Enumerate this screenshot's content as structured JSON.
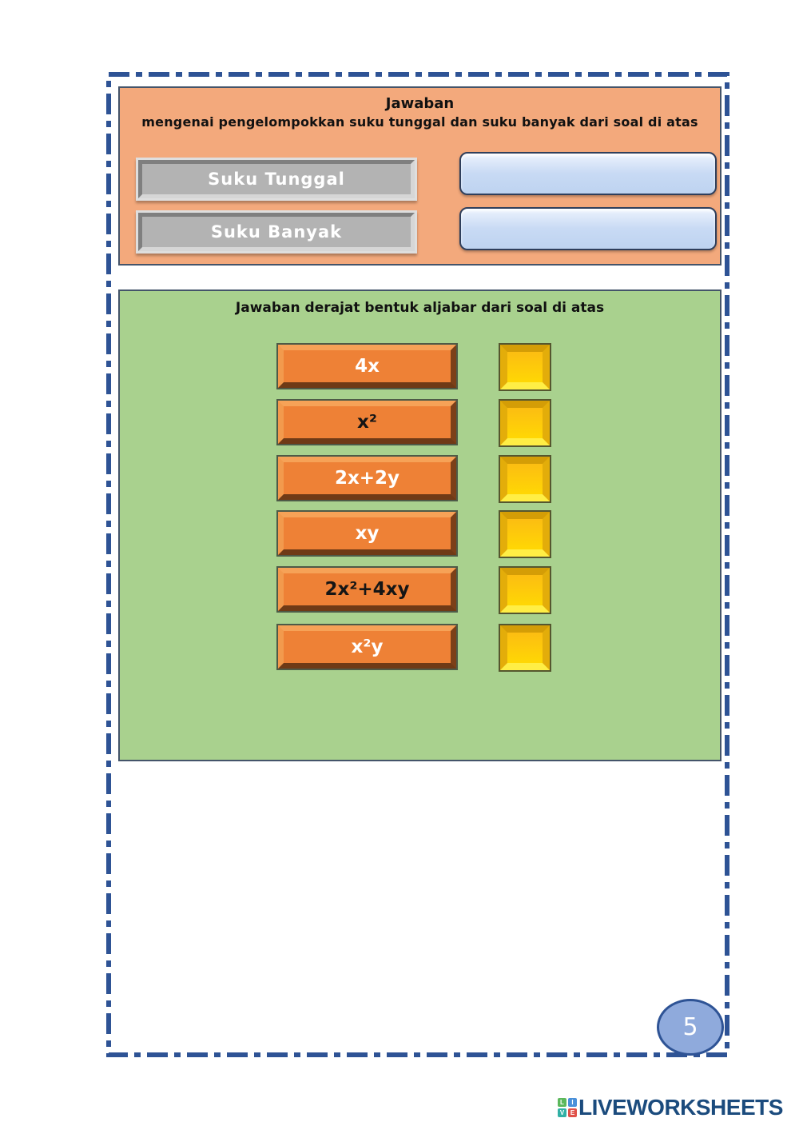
{
  "page": {
    "number": "5"
  },
  "header_panel": {
    "title": "Jawaban",
    "subtitle": "mengenai pengelompokkan suku tunggal dan suku banyak dari soal di atas",
    "buttons": [
      {
        "label": "Suku Tunggal"
      },
      {
        "label": "Suku Banyak"
      }
    ],
    "inputs": [
      {
        "value": "",
        "placeholder": ""
      },
      {
        "value": "",
        "placeholder": ""
      }
    ]
  },
  "answers_panel": {
    "title": "Jawaban derajat bentuk aljabar dari soal di atas",
    "items": [
      {
        "label": "4x",
        "label_color": "#ffffff"
      },
      {
        "label": "x²",
        "label_color": "#151515"
      },
      {
        "label": "2x+2y",
        "label_color": "#ffffff"
      },
      {
        "label": "xy",
        "label_color": "#ffffff"
      },
      {
        "label": "2x²+4xy",
        "label_color": "#151515"
      },
      {
        "label": "x²y",
        "label_color": "#ffffff"
      }
    ]
  },
  "footer": {
    "logo_text": "LIVEWORKSHEETS",
    "logo_letters": [
      "L",
      "I",
      "V",
      "E"
    ],
    "logo_letter_colors": [
      "#5cb85c",
      "#4a90d9",
      "#31b0a5",
      "#e05048"
    ]
  },
  "colors": {
    "page_border": "#2e5395",
    "header_panel_bg": "#f3a97c",
    "answers_panel_bg": "#a9d18e",
    "orange_button": "#ee8136",
    "yellow_box": "#ffd704",
    "blue_field": "#c8daf4",
    "page_number_bg": "#8faadc",
    "logo_text_color": "#1b4b7d"
  }
}
